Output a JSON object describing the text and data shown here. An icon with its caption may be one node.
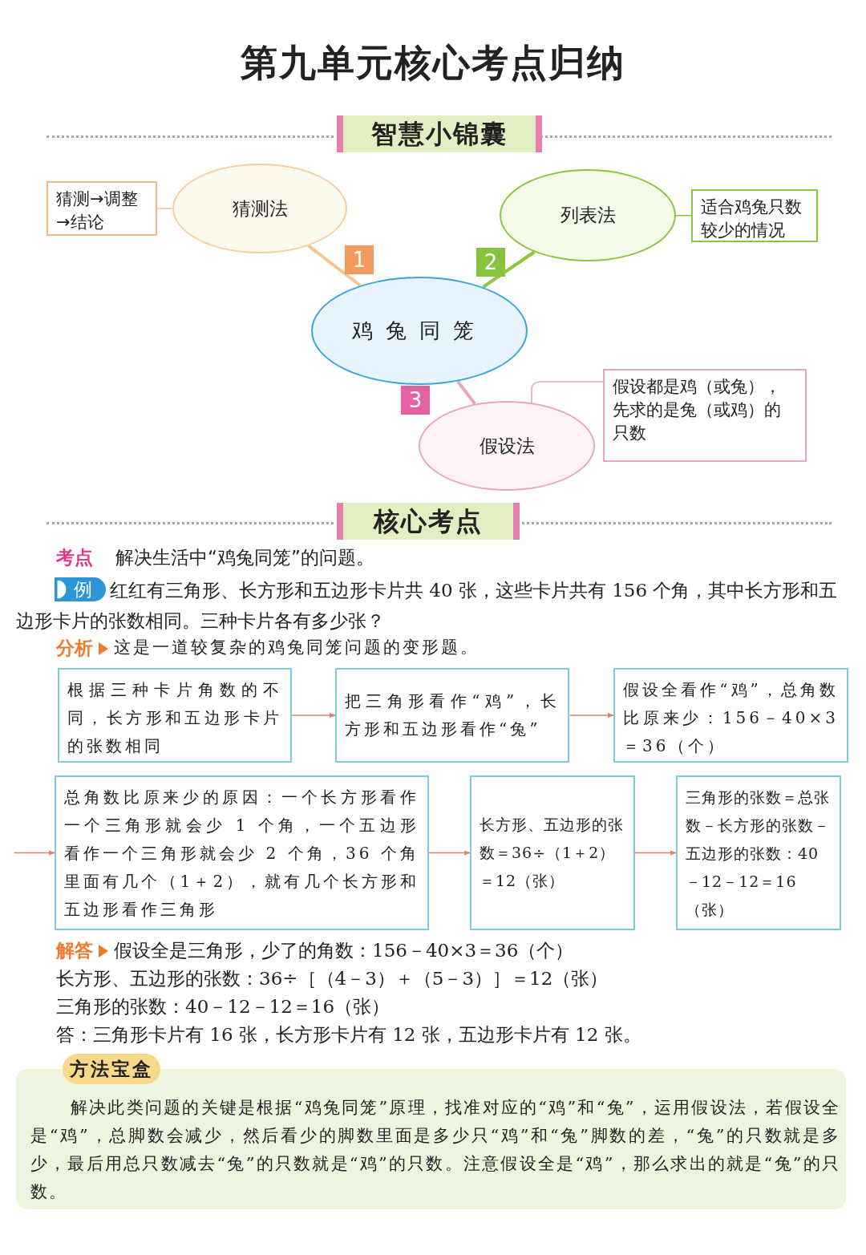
{
  "diagram": {
    "title": "第九单元核心考点归纳",
    "nodes": [
      {
        "text": [
          "鸡兔同笼"
        ]
      },
      {
        "text": [
          "猜测法"
        ]
      },
      {
        "text": [
          "猜测→调整→结论"
        ]
      },
      {
        "text": [
          "列表法"
        ]
      },
      {
        "text": [
          "适合鸡兔只数较少的情况"
        ]
      },
      {
        "text": [
          "假设法"
        ]
      },
      {
        "text": [
          "假设都是鸡（或兔），先求的是兔（或鸡）的只数"
        ]
      },
      {
        "text": [
          "根据三种卡片角数的不同，长方形和五边形卡片的张数相同"
        ]
      },
      {
        "text": [
          "把三角形看作“鸡”，长方形和五边形看作“兔”"
        ]
      },
      {
        "text": [
          "假设全看作“鸡”，总角数比原来少：156－40×3＝36（个）"
        ]
      },
      {
        "text": [
          "总角数比原来少的原因：一个长方形看作一个三角形就会少 1 个角，一个五边形看作一个三角形就会少 2 个角，36 个角里面有几个（1＋2），就有几个长方形和五边形看作三角形"
        ]
      },
      {
        "text": [
          "长方形、五边形的张数＝36÷（1＋2）＝12（张）"
        ]
      },
      {
        "text": [
          "三角形的张数＝总张数－长方形的张数－五边形的张数：40－12－12＝16（张）"
        ]
      }
    ],
    "edges": [
      {
        "from": 0,
        "to": 1,
        "arrow": "none",
        "label": "1",
        "style": "thick",
        "color": "#f5c48f"
      },
      {
        "from": 0,
        "to": 3,
        "arrow": "none",
        "label": "2",
        "style": "thick",
        "color": "#8cc63f"
      },
      {
        "from": 0,
        "to": 5,
        "arrow": "none",
        "label": "3",
        "style": "thick",
        "color": "#eaa3c2"
      },
      {
        "from": 1,
        "to": 2,
        "arrow": "none",
        "color": "#f5c48f"
      },
      {
        "from": 3,
        "to": 4,
        "arrow": "none",
        "color": "#8cc63f"
      },
      {
        "from": 5,
        "to": 6,
        "arrow": "none",
        "color": "#eaa3c2"
      },
      {
        "from": 7,
        "to": 8,
        "arrow": "to"
      },
      {
        "from": 8,
        "to": 9,
        "arrow": "to"
      },
      {
        "from": null,
        "to": 10,
        "arrow": "to"
      },
      {
        "from": 10,
        "to": 11,
        "arrow": "to"
      },
      {
        "from": 11,
        "to": 12,
        "arrow": "to"
      }
    ],
    "labels": [
      "智慧小锦囊",
      "核心考点",
      "考点",
      "解决生活中“鸡兔同笼”的问题。",
      "例",
      "红红有三角形、长方形和五边形卡片共 40 张，这些卡片共有 156 个角，其中长方形和五边形卡片的张数相同。三种卡片各有多少张？",
      "分析",
      "这是一道较复杂的鸡兔同笼问题的变形题。",
      "解答",
      "假设全是三角形，少了的角数：156－40×3＝36（个）",
      "长方形、五边形的张数：36÷［（4－3）＋（5－3）］＝12（张）",
      "三角形的张数：40－12－12＝16（张）",
      "答：三角形卡片有 16 张，长方形卡片有 12 张，五边形卡片有 12 张。",
      "方法宝盒",
      "解决此类问题的关键是根据“鸡兔同笼”原理，找准对应的“鸡”和“兔”，运用假设法，若假设全是“鸡”，总脚数会减少，然后看少的脚数里面是多少只“鸡”和“兔”脚数的差，“兔”的只数就是多少，最后用总只数减去“兔”的只数就是“鸡”的只数。注意假设全是“鸡”，那么求出的就是“兔”的只数。"
    ]
  }
}
